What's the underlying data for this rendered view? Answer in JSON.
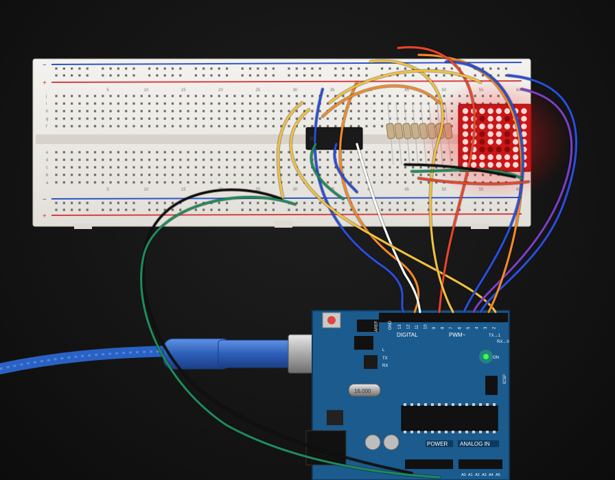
{
  "breadboard": {
    "column_numbers": [
      "5",
      "10",
      "15",
      "20",
      "25",
      "30",
      "35",
      "40",
      "45",
      "50",
      "55",
      "60"
    ],
    "row_letters_top": [
      "j",
      "i",
      "h",
      "g",
      "f"
    ],
    "row_letters_bottom": [
      "e",
      "d",
      "c",
      "b",
      "a"
    ],
    "rail_plus": "+",
    "rail_minus": "−"
  },
  "led_matrix": {
    "pattern": [
      "11111111",
      "11011011",
      "11111111",
      "11011011",
      "11011011",
      "11000011",
      "11111111",
      "11111111"
    ],
    "color": "#ff1a1a"
  },
  "arduino": {
    "digital_label": "DIGITAL",
    "pwm_label": "PWM~",
    "aref_label": "AREF",
    "gnd_label": "GND",
    "tx_label": "TX",
    "rx_label": "RX",
    "tx_pin_label": "TX→1",
    "rx_pin_label": "RX←0",
    "l_label": "L",
    "on_label": "ON",
    "crystal_label": "16.000",
    "power_label": "POWER",
    "analog_label": "ANALOG IN",
    "icsp_label": "ICSP",
    "digital_pin_numbers": [
      "13",
      "12",
      "11",
      "10",
      "9",
      "8",
      "7",
      "6",
      "5",
      "4",
      "3",
      "2"
    ],
    "analog_pin_numbers": [
      "A0",
      "A1",
      "A2",
      "A3",
      "A4",
      "A5"
    ],
    "board_color": "#1b5b8e",
    "on_led_color": "#39ff4a"
  },
  "usb_cable_color": "#2e6ec8"
}
